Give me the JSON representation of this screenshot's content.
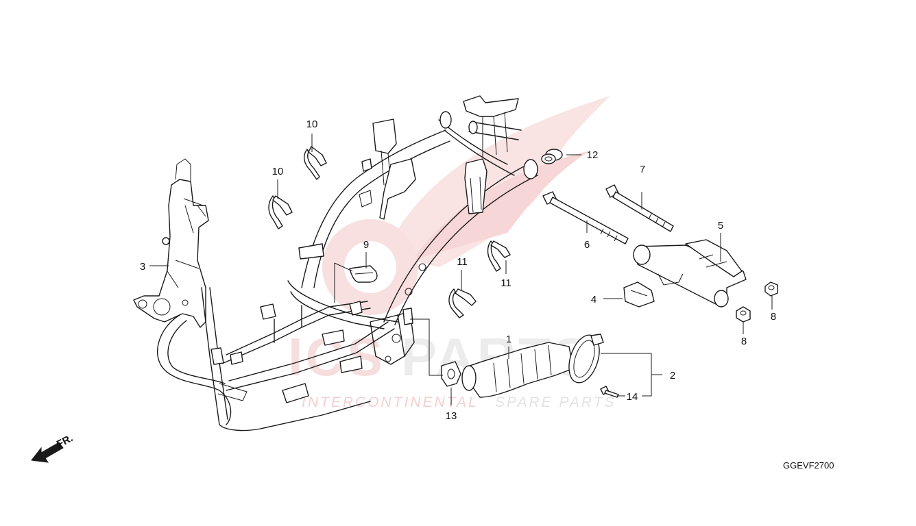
{
  "diagram": {
    "callouts": [
      {
        "id": "c1",
        "text": "1"
      },
      {
        "id": "c2",
        "text": "2"
      },
      {
        "id": "c3",
        "text": "3"
      },
      {
        "id": "c4",
        "text": "4"
      },
      {
        "id": "c5",
        "text": "5"
      },
      {
        "id": "c6",
        "text": "6"
      },
      {
        "id": "c7",
        "text": "7"
      },
      {
        "id": "c8a",
        "text": "8"
      },
      {
        "id": "c8b",
        "text": "8"
      },
      {
        "id": "c9",
        "text": "9"
      },
      {
        "id": "c10a",
        "text": "10"
      },
      {
        "id": "c10b",
        "text": "10"
      },
      {
        "id": "c11a",
        "text": "11"
      },
      {
        "id": "c11b",
        "text": "11"
      },
      {
        "id": "c12",
        "text": "12"
      },
      {
        "id": "c13",
        "text": "13"
      },
      {
        "id": "c14",
        "text": "14"
      }
    ],
    "front_label": "FR.",
    "diagram_code": "GGEVF2700"
  },
  "watermark": {
    "logo_red": "ICS",
    "logo_grey": "PARTS",
    "tagline_red": "INTERCONTINENTAL",
    "tagline_grey": "SPARE PARTS"
  },
  "colors": {
    "line": "#1a1a1a",
    "watermark_red": "#f7dede",
    "watermark_grey": "#ececec"
  }
}
